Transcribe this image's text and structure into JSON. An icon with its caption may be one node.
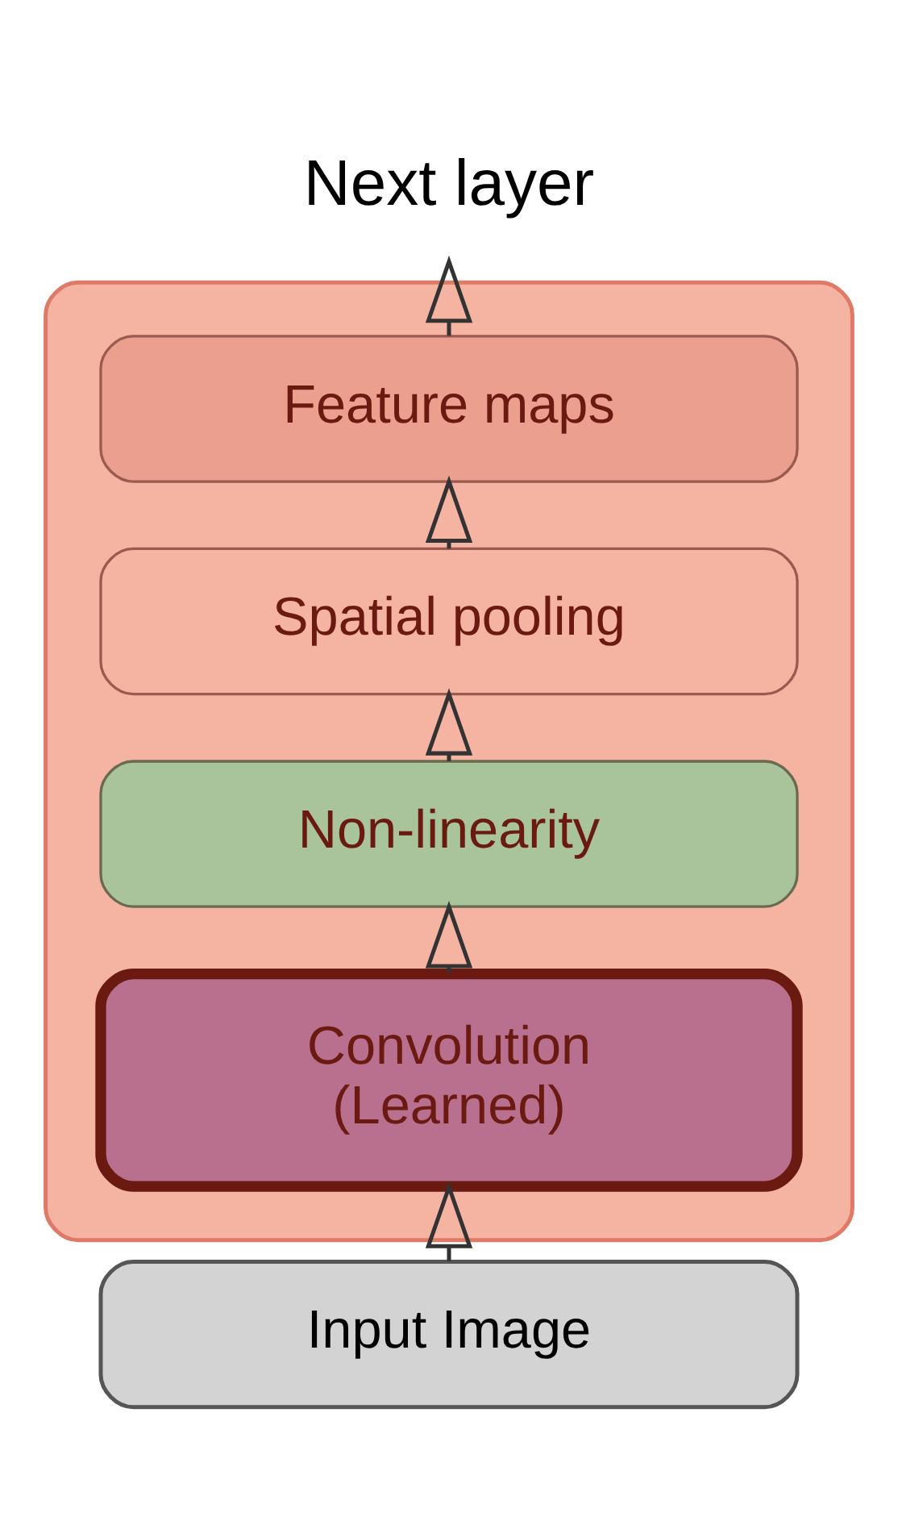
{
  "diagram": {
    "nodes": [
      {
        "text": [],
        "shape": "box"
      },
      {
        "text": [
          "Feature maps"
        ],
        "in": 0
      },
      {
        "text": [
          "Spatial pooling"
        ],
        "in": 0
      },
      {
        "text": [
          "Non-linearity"
        ],
        "in": 0
      },
      {
        "text": [
          "Convolution (Learned)"
        ],
        "in": 0
      },
      {
        "text": [
          "Input Image"
        ]
      },
      {
        "text": [
          "Next layer"
        ]
      }
    ],
    "edges": [
      {
        "from": 5,
        "to": 4,
        "arrow": "to"
      },
      {
        "from": 4,
        "to": 3,
        "arrow": "to"
      },
      {
        "from": 3,
        "to": 2,
        "arrow": "to"
      },
      {
        "from": 2,
        "to": 1,
        "arrow": "to"
      },
      {
        "from": 1,
        "to": 6,
        "arrow": "to"
      }
    ]
  }
}
